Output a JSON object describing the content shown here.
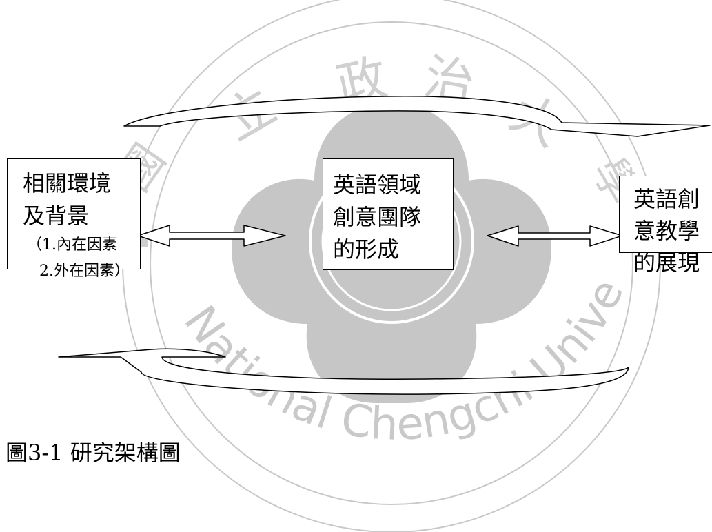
{
  "watermark": {
    "top_chars": [
      "政",
      "治",
      "大"
    ],
    "left_char": "國",
    "right_char": "學",
    "left_top_char": "立",
    "bottom_text": "National Chengchi University",
    "color": "#c8c8c8",
    "fill_color": "#c4c4c4"
  },
  "boxes": {
    "left": {
      "line1": "相關環境",
      "line2": "及背景",
      "line3": "（1.內在因素",
      "line4": "2.外在因素）"
    },
    "center": {
      "line1": "英語領域",
      "line2": "創意團隊",
      "line3": "的形成"
    },
    "right": {
      "line1": "英語創",
      "line2": "意教學",
      "line3": "的展現"
    }
  },
  "caption": "圖3-1  研究架構圖"
}
